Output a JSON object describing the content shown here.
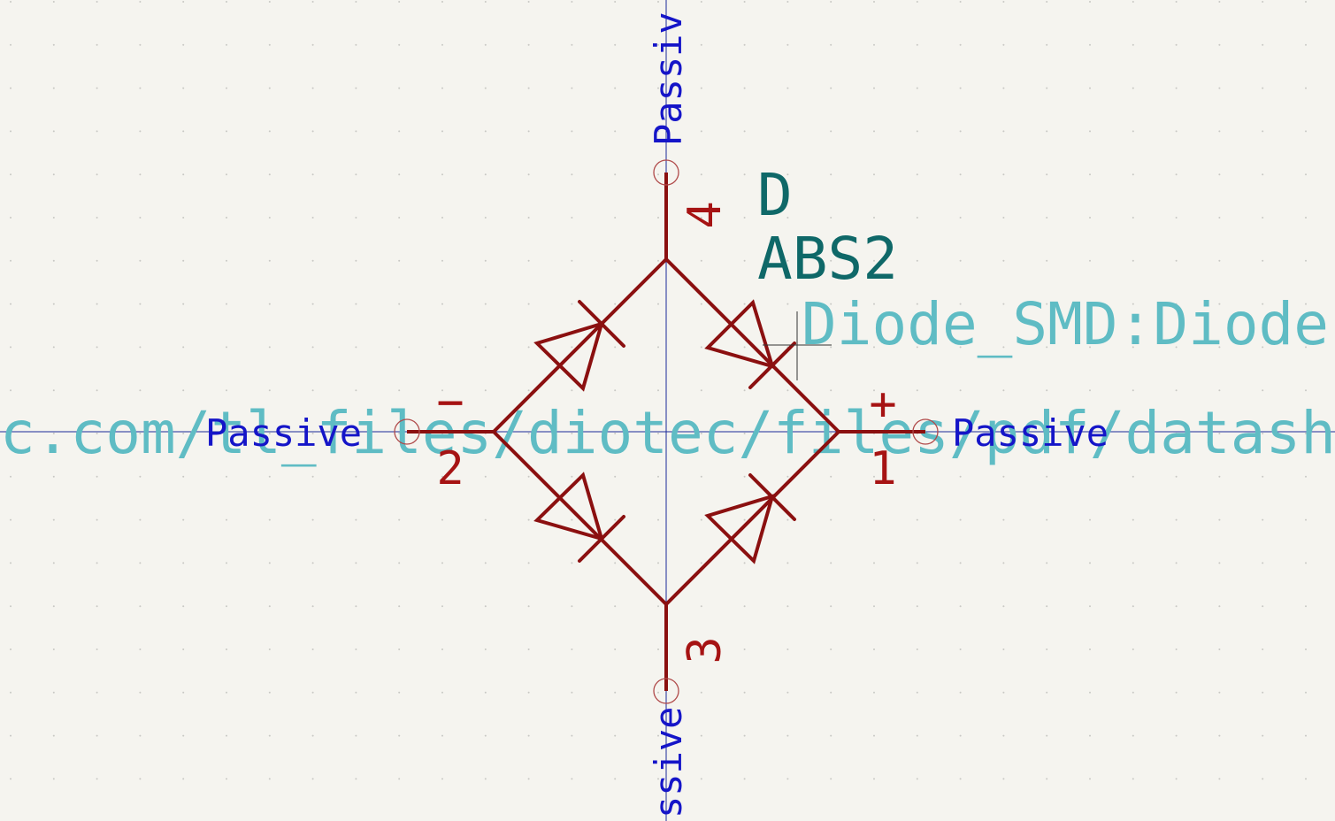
{
  "symbol": {
    "reference": "D",
    "value": "ABS2",
    "footprint": "Diode_SMD:Diode",
    "datasheet": "c.com/tl_files/diotec/files/pdf/datashe"
  },
  "pins": [
    {
      "id": "pin-1",
      "number": "1",
      "type": "Passive",
      "sign": "+"
    },
    {
      "id": "pin-2",
      "number": "2",
      "type": "Passive",
      "sign": "−"
    },
    {
      "id": "pin-3",
      "number": "3",
      "type": "Passive",
      "sign": ""
    },
    {
      "id": "pin-4",
      "number": "4",
      "type": "Passive",
      "sign": ""
    }
  ],
  "pin_type_labels": {
    "top": "Passiv",
    "bottom": "ssive",
    "left": "Passive",
    "right": "Passive"
  },
  "colors": {
    "background": "#f5f4ef",
    "symbol_body": "#8b1010",
    "pin_number": "#a61313",
    "pin_type": "#1515c8",
    "reference": "#0f6868",
    "field_text": "#5fbcc4",
    "axis": "#1a2a9a"
  }
}
